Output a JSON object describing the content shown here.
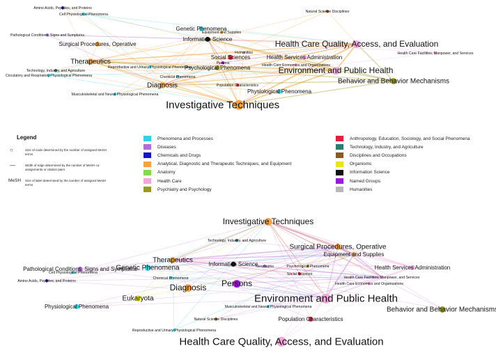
{
  "colors": {
    "cyan": "#2fd3e6",
    "purple": "#b36cd9",
    "blue": "#1414c8",
    "orange": "#f4a340",
    "green": "#7fdc4d",
    "pink": "#f2a6dc",
    "olive": "#9a9a1e",
    "red": "#e0203c",
    "teal": "#2a7c74",
    "brown": "#8a5a1e",
    "yellow": "#e6e61a",
    "black": "#111111",
    "violet": "#9a1ad6",
    "gray": "#b8b8b8"
  },
  "legend": {
    "title": "Legend",
    "notes": [
      {
        "symbol": "○",
        "text": "Size of node determined by the number of assigned MeSH terms"
      },
      {
        "symbol": "—",
        "text": "Width of edge determined by the number of MeSH co-assignments or citation pairs"
      },
      {
        "symbol": "MeSH",
        "text": "Size of label determined by the number of assigned MeSH terms"
      }
    ],
    "categories_left": [
      {
        "label": "Phenomena and Processes",
        "color": "#2fd3e6"
      },
      {
        "label": "Diseases",
        "color": "#b36cd9"
      },
      {
        "label": "Chemicals and Drugs",
        "color": "#1414c8"
      },
      {
        "label": "Analytical, Diagnostic and Therapeutic Techniques, and Equipment",
        "color": "#f4a340"
      },
      {
        "label": "Anatomy",
        "color": "#7fdc4d"
      },
      {
        "label": "Health Care",
        "color": "#f2a6dc"
      },
      {
        "label": "Psychiatry and Psychology",
        "color": "#9a9a1e"
      }
    ],
    "categories_right": [
      {
        "label": "Anthropology, Education, Sociology, and Social Phenomena",
        "color": "#e0203c"
      },
      {
        "label": "Technology, Industry, and Agriculture",
        "color": "#2a7c74"
      },
      {
        "label": "Disciplines and Occupations",
        "color": "#8a5a1e"
      },
      {
        "label": "Organisms",
        "color": "#e6e61a"
      },
      {
        "label": "Information Science",
        "color": "#111111"
      },
      {
        "label": "Named Groups",
        "color": "#9a1ad6"
      },
      {
        "label": "Humanities",
        "color": "#b8b8b8"
      }
    ]
  },
  "network_top": {
    "nodes": [
      {
        "label": "Investigative Techniques",
        "color": "#f4a340",
        "size": "xl"
      },
      {
        "label": "Health Care Quality, Access, and Evaluation",
        "color": "#f2a6dc",
        "size": "l"
      },
      {
        "label": "Environment and Public Health",
        "color": "#f2a6dc",
        "size": "l"
      },
      {
        "label": "Behavior and Behavior Mechanisms",
        "color": "#9a9a1e",
        "size": "m"
      },
      {
        "label": "Diagnosis",
        "color": "#f4a340",
        "size": "m"
      },
      {
        "label": "Therapeutics",
        "color": "#f4a340",
        "size": "m"
      },
      {
        "label": "Surgical Procedures, Operative",
        "color": "#f4a340",
        "size": "s"
      },
      {
        "label": "Physiological Phenomena",
        "color": "#2fd3e6",
        "size": "s"
      },
      {
        "label": "Health Services Administration",
        "color": "#f2a6dc",
        "size": "s"
      },
      {
        "label": "Health Care Facilities, Manpower, and Services",
        "color": "#f2a6dc",
        "size": "xs"
      },
      {
        "label": "Information Science",
        "color": "#111111",
        "size": "s"
      },
      {
        "label": "Genetic Phenomena",
        "color": "#2fd3e6",
        "size": "s"
      },
      {
        "label": "Psychological Phenomena",
        "color": "#9a9a1e",
        "size": "s"
      },
      {
        "label": "Social Sciences",
        "color": "#e0203c",
        "size": "s"
      },
      {
        "label": "Equipment and Supplies",
        "color": "#f4a340",
        "size": "xs"
      },
      {
        "label": "Pathological Conditions, Signs and Symptoms",
        "color": "#b36cd9",
        "size": "xs"
      },
      {
        "label": "Technology, Industry, and Agriculture",
        "color": "#2a7c74",
        "size": "xs"
      },
      {
        "label": "Musculoskeletal and Neural Physiological Phenomena",
        "color": "#2fd3e6",
        "size": "xs"
      },
      {
        "label": "Circulatory and Respiratory Physiological Phenomena",
        "color": "#2fd3e6",
        "size": "xs"
      },
      {
        "label": "Population Characteristics",
        "color": "#e0203c",
        "size": "xs"
      },
      {
        "label": "Chemical Phenomena",
        "color": "#2fd3e6",
        "size": "xs"
      },
      {
        "label": "Cell Physiological Phenomena",
        "color": "#2fd3e6",
        "size": "xs"
      },
      {
        "label": "Amino Acids, Peptides, and Proteins",
        "color": "#1414c8",
        "size": "xs"
      },
      {
        "label": "Reproductive and Urinary Physiological Phenomena",
        "color": "#2fd3e6",
        "size": "xs"
      },
      {
        "label": "Health Care Economics and Organizations",
        "color": "#f2a6dc",
        "size": "xs"
      },
      {
        "label": "Natural Science Disciplines",
        "color": "#8a5a1e",
        "size": "xs"
      },
      {
        "label": "Humanities",
        "color": "#b8b8b8",
        "size": "xs"
      },
      {
        "label": "Persons",
        "color": "#9a1ad6",
        "size": "xs"
      }
    ]
  },
  "network_bottom": {
    "nodes": [
      {
        "label": "Investigative Techniques",
        "color": "#f4a340",
        "size": "l"
      },
      {
        "label": "Surgical Procedures, Operative",
        "color": "#f4a340",
        "size": "m"
      },
      {
        "label": "Equipment and Supplies",
        "color": "#f4a340",
        "size": "s"
      },
      {
        "label": "Health Services Administration",
        "color": "#f2a6dc",
        "size": "s"
      },
      {
        "label": "Health Care Facilities, Manpower, and Services",
        "color": "#f2a6dc",
        "size": "xs"
      },
      {
        "label": "Therapeutics",
        "color": "#f4a340",
        "size": "m"
      },
      {
        "label": "Genetic Phenomena",
        "color": "#2fd3e6",
        "size": "m"
      },
      {
        "label": "Information Science",
        "color": "#111111",
        "size": "s"
      },
      {
        "label": "Diagnosis",
        "color": "#f4a340",
        "size": "l"
      },
      {
        "label": "Persons",
        "color": "#9a1ad6",
        "size": "l"
      },
      {
        "label": "Environment and Public Health",
        "color": "#f2a6dc",
        "size": "xl"
      },
      {
        "label": "Pathological Conditions, Signs and Symptoms",
        "color": "#b36cd9",
        "size": "s"
      },
      {
        "label": "Eukaryota",
        "color": "#e6e61a",
        "size": "m"
      },
      {
        "label": "Physiological Phenomena",
        "color": "#2fd3e6",
        "size": "s"
      },
      {
        "label": "Behavior and Behavior Mechanisms",
        "color": "#9a9a1e",
        "size": "m"
      },
      {
        "label": "Health Care Quality, Access, and Evaluation",
        "color": "#f2a6dc",
        "size": "xl"
      },
      {
        "label": "Population Characteristics",
        "color": "#e0203c",
        "size": "s"
      },
      {
        "label": "Psychological Phenomena",
        "color": "#9a9a1e",
        "size": "xs"
      },
      {
        "label": "Social Sciences",
        "color": "#e0203c",
        "size": "xs"
      },
      {
        "label": "Amino Acids, Peptides, and Proteins",
        "color": "#1414c8",
        "size": "xs"
      },
      {
        "label": "Cell Physiological Phenomena",
        "color": "#2fd3e6",
        "size": "xs"
      },
      {
        "label": "Chemical Phenomena",
        "color": "#2fd3e6",
        "size": "xs"
      },
      {
        "label": "Technology, Industry, and Agriculture",
        "color": "#2a7c74",
        "size": "xs"
      },
      {
        "label": "Natural Science Disciplines",
        "color": "#8a5a1e",
        "size": "xs"
      },
      {
        "label": "Reproductive and Urinary Physiological Phenomena",
        "color": "#2fd3e6",
        "size": "xs"
      },
      {
        "label": "Musculoskeletal and Neural Physiological Phenomena",
        "color": "#2fd3e6",
        "size": "xs"
      },
      {
        "label": "Health Care Economics and Organizations",
        "color": "#f2a6dc",
        "size": "xs"
      },
      {
        "label": "Neoplasms",
        "color": "#b36cd9",
        "size": "xs"
      }
    ]
  }
}
